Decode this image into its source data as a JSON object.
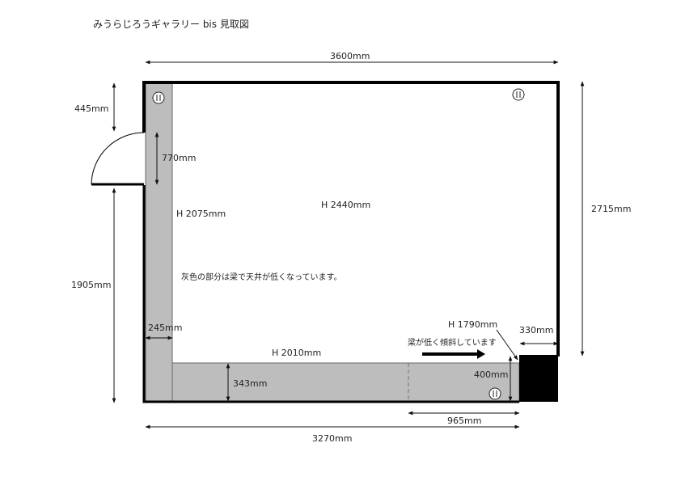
{
  "title": "みうらじろうギャラリー bis 見取図",
  "dimensions": {
    "top_width": "3600mm",
    "right_height": "2715mm",
    "left_top": "445mm",
    "door": "770mm",
    "left_bottom": "1905mm",
    "beam_left_width": "245mm",
    "beam_bottom_depth": "343mm",
    "bottom_sub": "965mm",
    "bottom_width": "3270mm",
    "corner_height": "400mm",
    "corner_width": "330mm"
  },
  "heights": {
    "main": "H 2440mm",
    "left_beam": "H 2075mm",
    "bottom_beam": "H 2010mm",
    "corner": "H 1790mm"
  },
  "notes": {
    "gray_area": "灰色の部分は梁で天井が低くなっています。",
    "sloped_beam": "梁が低く傾斜しています"
  },
  "outlet_symbol": "II",
  "colors": {
    "beam": "#bdbdbd",
    "wall": "#000000",
    "pillar": "#000000"
  }
}
